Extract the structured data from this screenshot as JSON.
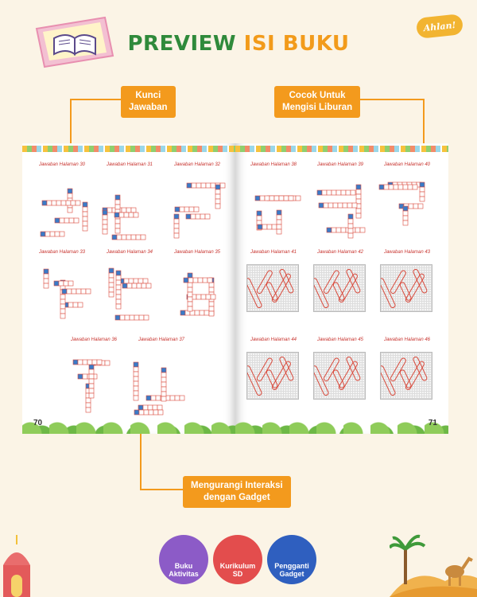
{
  "brand": "Ahlan!",
  "title": {
    "part1": "PREVIEW",
    "part2": "ISI BUKU"
  },
  "callouts": {
    "kunci": "Kunci\nJawaban",
    "cocok": "Cocok Untuk\nMengisi Liburan",
    "mengurangi": "Mengurangi Interaksi\ndengan Gadget"
  },
  "book": {
    "left_page_number": "70",
    "right_page_number": "71",
    "left_labels": [
      "Jawaban Halaman 30",
      "Jawaban Halaman 31",
      "Jawaban Halaman 32",
      "Jawaban Halaman 33",
      "Jawaban Halaman 34",
      "Jawaban Halaman 35",
      "Jawaban Halaman 36",
      "Jawaban Halaman 37"
    ],
    "right_labels": [
      "Jawaban Halaman 38",
      "Jawaban Halaman 39",
      "Jawaban Halaman 40",
      "Jawaban Halaman 41",
      "Jawaban Halaman 42",
      "Jawaban Halaman 43",
      "Jawaban Halaman 44",
      "Jawaban Halaman 45",
      "Jawaban Halaman 46"
    ]
  },
  "badges": {
    "buku": "Buku\nAktivitas",
    "kurikulum": "Kurikulum\nSD",
    "pengganti": "Pengganti\nGadget"
  },
  "colors": {
    "accent": "#f39a1d",
    "green": "#2f8a3b",
    "red": "#c8342f"
  }
}
